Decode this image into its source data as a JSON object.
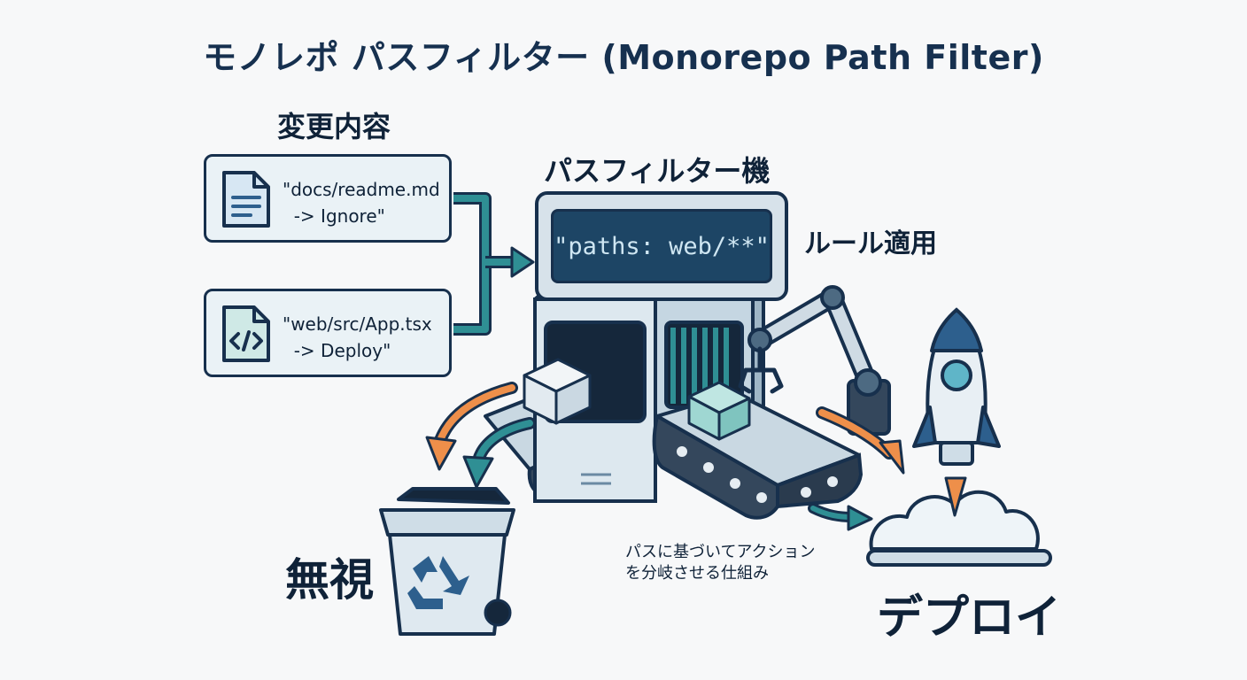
{
  "title": "モノレポ パスフィルター (Monorepo Path Filter)",
  "changes_title": "変更内容",
  "machine_title": "パスフィルター機",
  "rule_label": "ルール適用",
  "files": [
    {
      "line1": "\"docs/readme.md",
      "line2": "  -> Ignore\"",
      "icon": "document-icon"
    },
    {
      "line1": "\"web/src/App.tsx",
      "line2": "  -> Deploy\"",
      "icon": "code-file-icon"
    }
  ],
  "screen_text": "\"paths: web/**\"",
  "ignore_label": "無視",
  "deploy_label": "デプロイ",
  "caption": {
    "line1": "パスに基づいてアクション",
    "line2": "を分岐させる仕組み"
  },
  "colors": {
    "navy": "#17304d",
    "teal": "#2f8f94",
    "orange": "#ee8f4a",
    "light_blue": "#dbe7ee",
    "screen": "#1d4565"
  },
  "icons": [
    "document-icon",
    "code-file-icon",
    "recycle-icon",
    "rocket-icon",
    "robot-arm-icon",
    "box-icon",
    "trash-bin-icon"
  ]
}
